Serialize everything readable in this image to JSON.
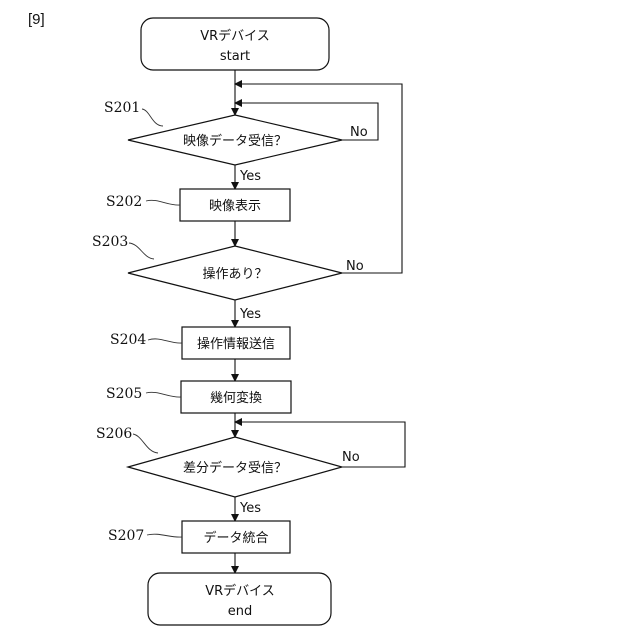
{
  "figure_label": "[9]",
  "start": {
    "line1": "VRデバイス",
    "line2": "start"
  },
  "end": {
    "line1": "VRデバイス",
    "line2": "end"
  },
  "steps": {
    "s201": {
      "id": "S201",
      "text": "映像データ受信？",
      "no": "No",
      "yes": "Yes"
    },
    "s202": {
      "id": "S202",
      "text": "映像表示"
    },
    "s203": {
      "id": "S203",
      "text": "操作あり？",
      "no": "No",
      "yes": "Yes"
    },
    "s204": {
      "id": "S204",
      "text": "操作情報送信"
    },
    "s205": {
      "id": "S205",
      "text": "幾何変換"
    },
    "s206": {
      "id": "S206",
      "text": "差分データ受信？",
      "no": "No",
      "yes": "Yes"
    },
    "s207": {
      "id": "S207",
      "text": "データ統合"
    }
  }
}
